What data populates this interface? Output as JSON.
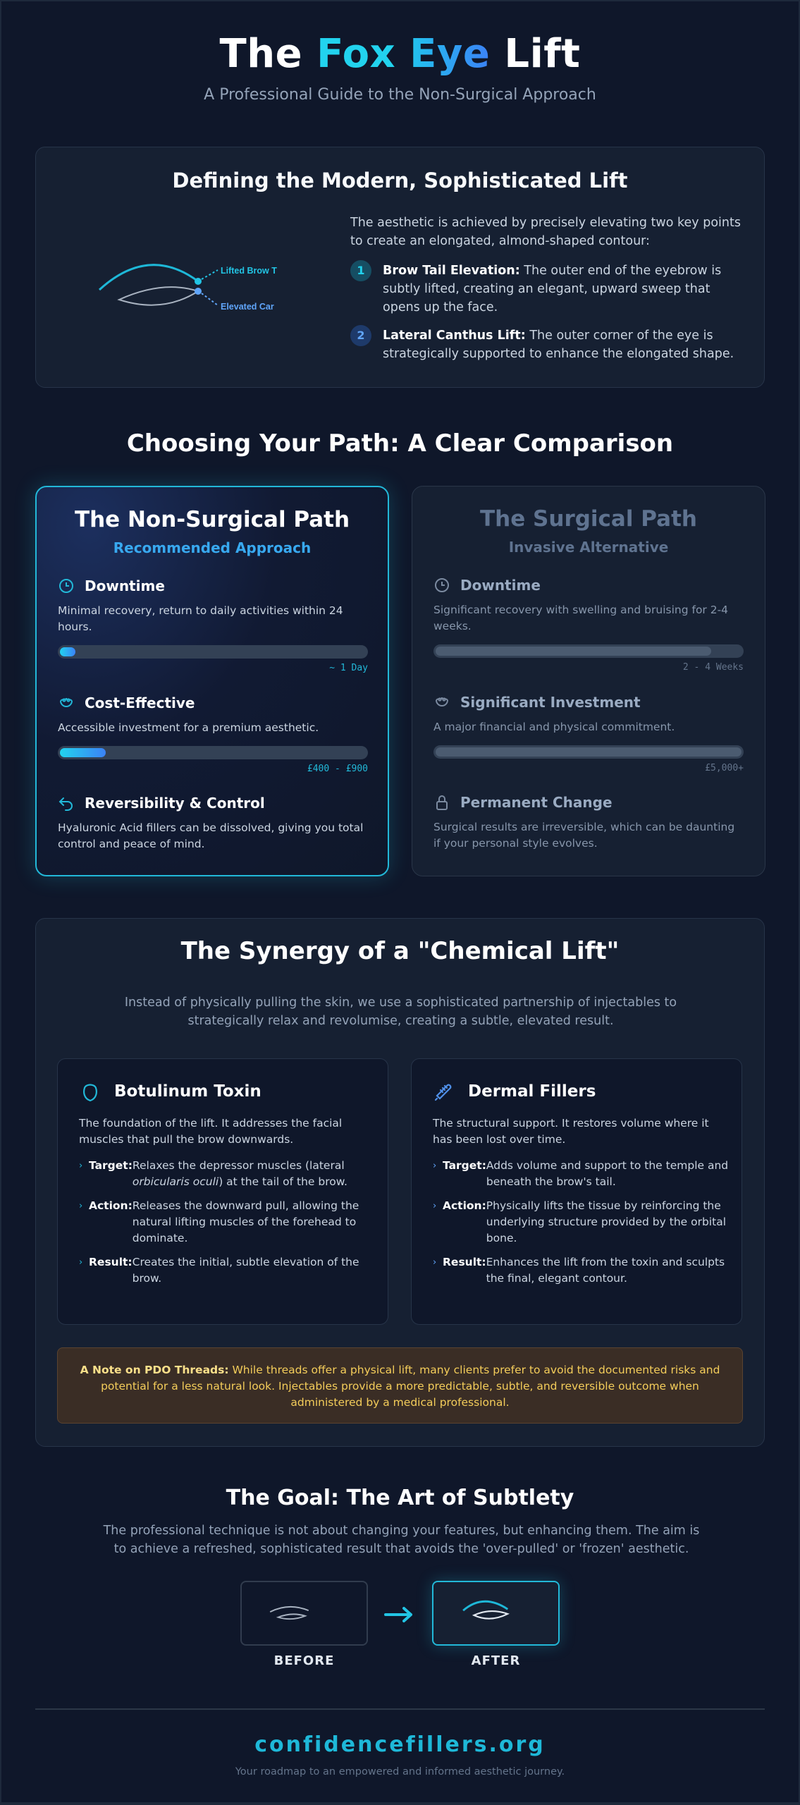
{
  "header": {
    "title_prefix": "The ",
    "title_accent1": "Fox ",
    "title_accent2": "Eye",
    "title_suffix": " Lift",
    "subtitle": "A Professional Guide to the Non-Surgical Approach"
  },
  "definition": {
    "title": "Defining the Modern, Sophisticated Lift",
    "diagram_labels": {
      "brow": "Lifted Brow T",
      "canthus": "Elevated Car"
    },
    "intro": "The aesthetic is achieved by precisely elevating two key points to create an elongated, almond-shaped contour:",
    "points": [
      {
        "number": "1",
        "label": "Brow Tail Elevation:",
        "text": " The outer end of the eyebrow is subtly lifted, creating an elegant, upward sweep that opens up the face."
      },
      {
        "number": "2",
        "label": "Lateral Canthus Lift:",
        "text": " The outer corner of the eye is strategically supported to enhance the elongated shape."
      }
    ]
  },
  "comparison": {
    "title": "Choosing Your Path: A Clear Comparison",
    "non_surgical": {
      "title": "The Non-Surgical Path",
      "subtitle": "Recommended Approach",
      "features": [
        {
          "icon": "clock-icon",
          "title": "Downtime",
          "desc": "Minimal recovery, return to daily activities within 24 hours.",
          "bar_fill_pct": 5,
          "bar_label": "~ 1 Day"
        },
        {
          "icon": "piggy-bank-icon",
          "title": "Cost-Effective",
          "desc": "Accessible investment for a premium aesthetic.",
          "bar_fill_pct": 15,
          "bar_label": "£400 - £900"
        },
        {
          "icon": "undo-arrow-icon",
          "title": "Reversibility & Control",
          "desc": "Hyaluronic Acid fillers can be dissolved, giving you total control and peace of mind."
        }
      ]
    },
    "surgical": {
      "title": "The Surgical Path",
      "subtitle": "Invasive Alternative",
      "features": [
        {
          "icon": "clock-icon",
          "title": "Downtime",
          "desc": "Significant recovery with swelling and bruising for 2-4 weeks.",
          "bar_fill_pct": 90,
          "bar_label": "2 - 4 Weeks"
        },
        {
          "icon": "piggy-bank-icon",
          "title": "Significant Investment",
          "desc": "A major financial and physical commitment.",
          "bar_fill_pct": 100,
          "bar_label": "£5,000+"
        },
        {
          "icon": "lock-icon",
          "title": "Permanent Change",
          "desc": "Surgical results are irreversible, which can be daunting if your personal style evolves."
        }
      ]
    }
  },
  "synergy": {
    "title": "The Synergy of a \"Chemical Lift\"",
    "intro": "Instead of physically pulling the skin, we use a sophisticated partnership of injectables to strategically relax and revolumise, creating a subtle, elevated result.",
    "botox": {
      "title": "Botulinum Toxin",
      "desc": "The foundation of the lift. It addresses the facial muscles that pull the brow downwards.",
      "items": [
        {
          "key": "Target:",
          "value_pre": "Relaxes the depressor muscles (lateral ",
          "value_em": "orbicularis oculi",
          "value_post": ") at the tail of the brow."
        },
        {
          "key": "Action:",
          "value": "Releases the downward pull, allowing the natural lifting muscles of the forehead to dominate."
        },
        {
          "key": "Result:",
          "value": "Creates the initial, subtle elevation of the brow."
        }
      ]
    },
    "fillers": {
      "title": "Dermal Fillers",
      "desc": "The structural support. It restores volume where it has been lost over time.",
      "items": [
        {
          "key": "Target:",
          "value": "Adds volume and support to the temple and beneath the brow's tail."
        },
        {
          "key": "Action:",
          "value": "Physically lifts the tissue by reinforcing the underlying structure provided by the orbital bone."
        },
        {
          "key": "Result:",
          "value": "Enhances the lift from the toxin and sculpts the final, elegant contour."
        }
      ]
    },
    "note": {
      "label": "A Note on PDO Threads:",
      "text": " While threads offer a physical lift, many clients prefer to avoid the documented risks and potential for a less natural look. Injectables provide a more predictable, subtle, and reversible outcome when administered by a medical professional."
    }
  },
  "goal": {
    "title": "The Goal: The Art of Subtlety",
    "desc": "The professional technique is not about changing your features, but enhancing them. The aim is to achieve a refreshed, sophisticated result that avoids the 'over-pulled' or 'frozen' aesthetic.",
    "before_label": "BEFORE",
    "after_label": "AFTER"
  },
  "footer": {
    "brand": "confidencefillers.org",
    "tagline": "Your roadmap to an empowered and informed aesthetic journey."
  },
  "colors": {
    "accent_cyan": "#22d3ee",
    "accent_blue": "#3b82f6",
    "background": "#0f172a",
    "card": "#162032",
    "note_text": "#f4cd5a"
  }
}
